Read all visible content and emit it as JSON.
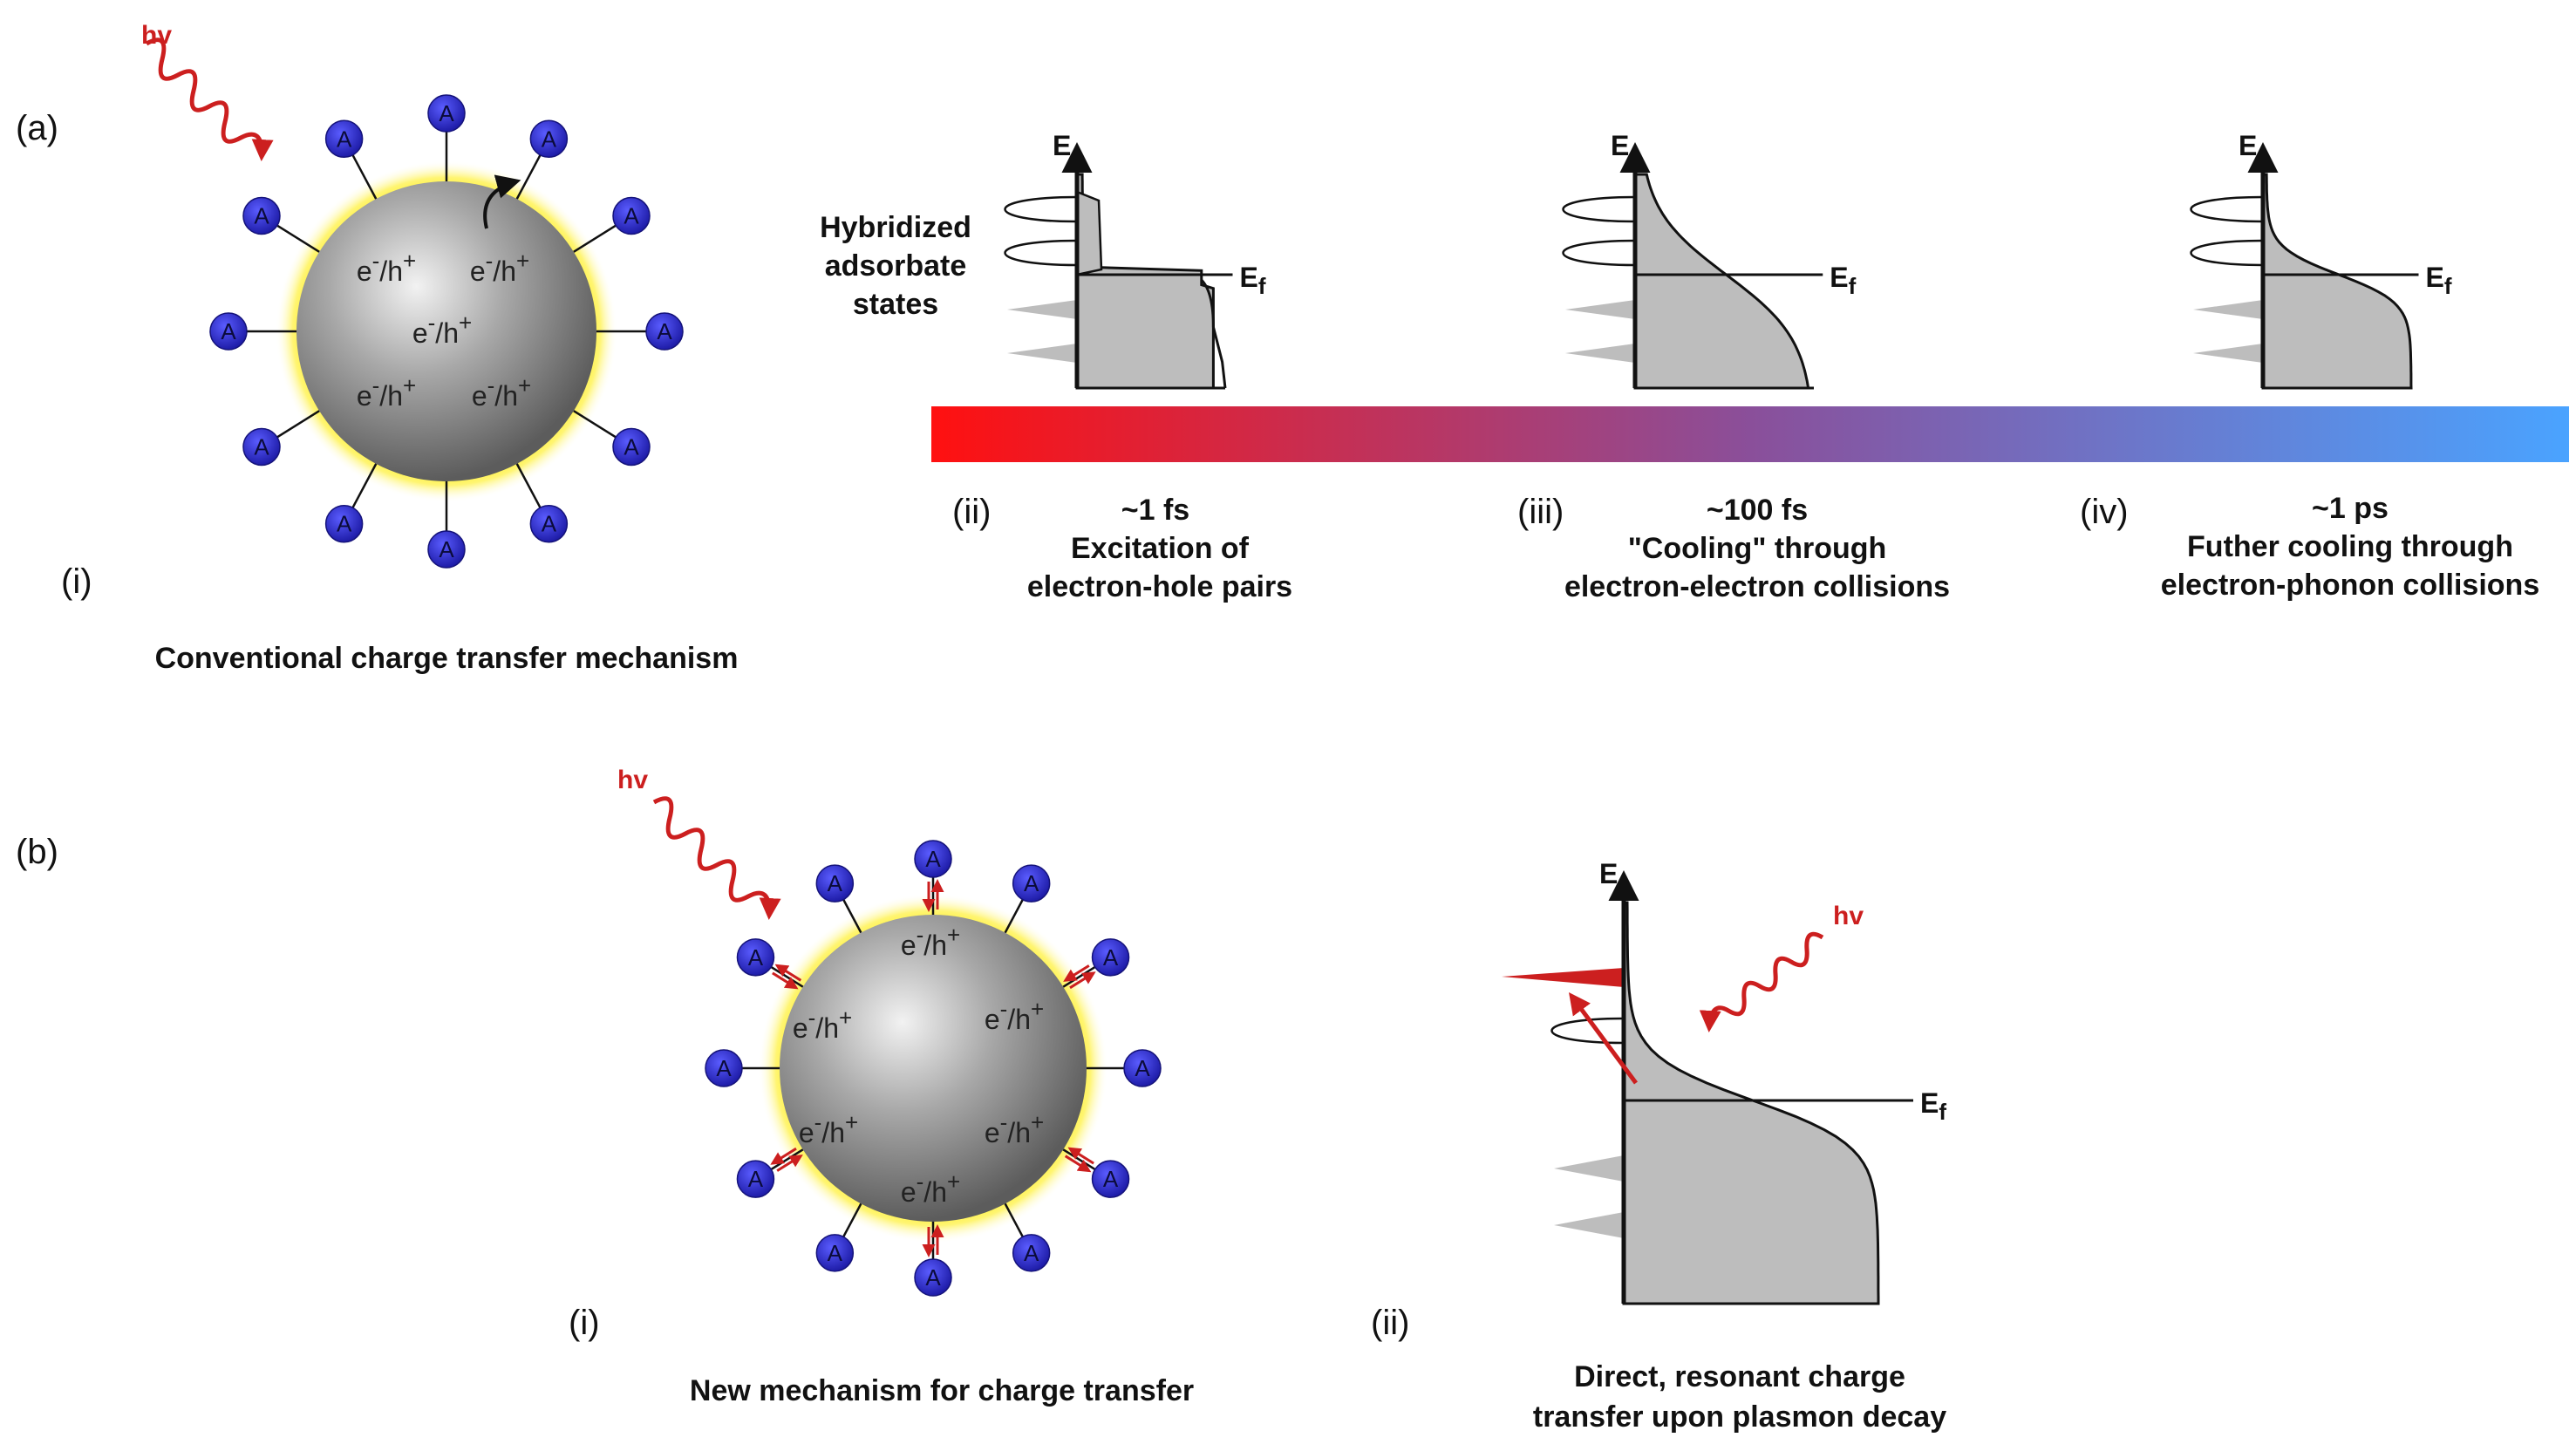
{
  "panel_labels": {
    "a": "(a)",
    "b": "(b)"
  },
  "roman": {
    "i": "(i)",
    "ii": "(ii)",
    "iii": "(iii)",
    "iv": "(iv)"
  },
  "photon_label": "hv",
  "adsorbate_letter": "A",
  "carrier_pair": {
    "base": "e",
    "minus": "-",
    "slash": "/h",
    "plus": "+"
  },
  "axis": {
    "energy": "E",
    "fermi": "E",
    "fermi_sub": "f"
  },
  "hybridized_label": [
    "Hybridized",
    "adsorbate",
    "states"
  ],
  "captions": {
    "conventional": "Conventional charge transfer mechanism",
    "new_mechanism": "New mechanism for charge transfer",
    "direct_line1": "Direct, resonant charge",
    "direct_line2": "transfer upon plasmon decay"
  },
  "timeline": {
    "gradient_colors": [
      "#ff1010",
      "#8a4f9a",
      "#4aa3ff"
    ],
    "stages": [
      {
        "time": "~1 fs",
        "line1": "Excitation of",
        "line2": "electron-hole pairs"
      },
      {
        "time": "~100 fs",
        "line1": "\"Cooling\" through",
        "line2": "electron-electron collisions"
      },
      {
        "time": "~1 ps",
        "line1": "Futher cooling through",
        "line2": "electron-phonon collisions"
      }
    ]
  },
  "colors": {
    "photon": "#cc1f1f",
    "adsorbate": "#2d2bd6",
    "glow": "#fff200",
    "dos_fill": "#bdbdbd",
    "transfer_arrow": "#cc1f1f"
  }
}
